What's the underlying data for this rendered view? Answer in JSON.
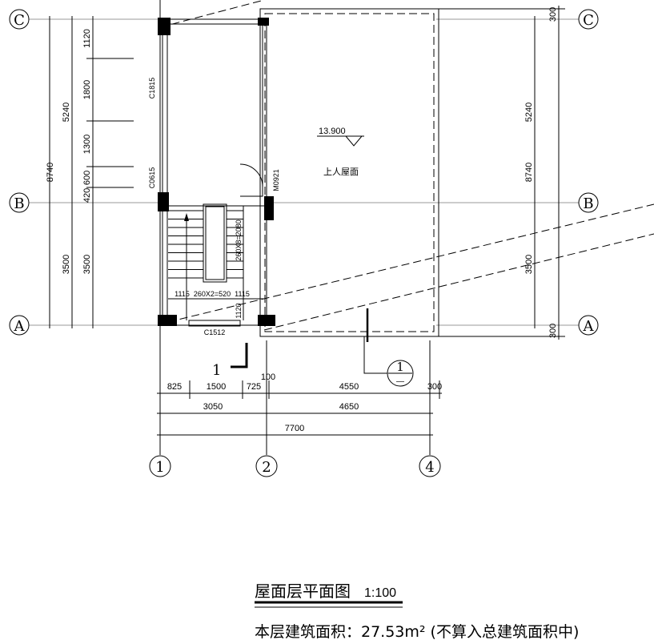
{
  "axes": {
    "rows": [
      "C",
      "B",
      "A"
    ],
    "cols": [
      "1",
      "2",
      "4"
    ]
  },
  "dims_left": {
    "total": "8740",
    "upper": "5240",
    "lower": "3500",
    "lower2": "3500",
    "d1": "1120",
    "d2": "1800",
    "d3": "1300",
    "d4": "600",
    "d5": "420"
  },
  "dims_right": {
    "total": "8740",
    "top": "300",
    "upper": "5240",
    "lower": "3500",
    "bottom": "300"
  },
  "dims_bottom": {
    "a": "825",
    "b": "1500",
    "c": "725",
    "d": "100",
    "e": "4550",
    "f": "300",
    "g": "3050",
    "h": "4650",
    "total": "7700"
  },
  "labels": {
    "window1": "C1815",
    "window2": "C0615",
    "door": "M0921",
    "window3": "C1512",
    "stair_run": "260X8=2080",
    "stair_plan": "1115  260X2=520  1115",
    "stair_landing": "1120",
    "elevation": "13.900",
    "roof": "上人屋面",
    "section_num": "1",
    "detail_num": "1",
    "detail_sub": "—"
  },
  "title": {
    "name": "屋面层平面图",
    "scale": "1:100"
  },
  "area_note": "本层建筑面积：27.53m² (不算入总建筑面积中)"
}
